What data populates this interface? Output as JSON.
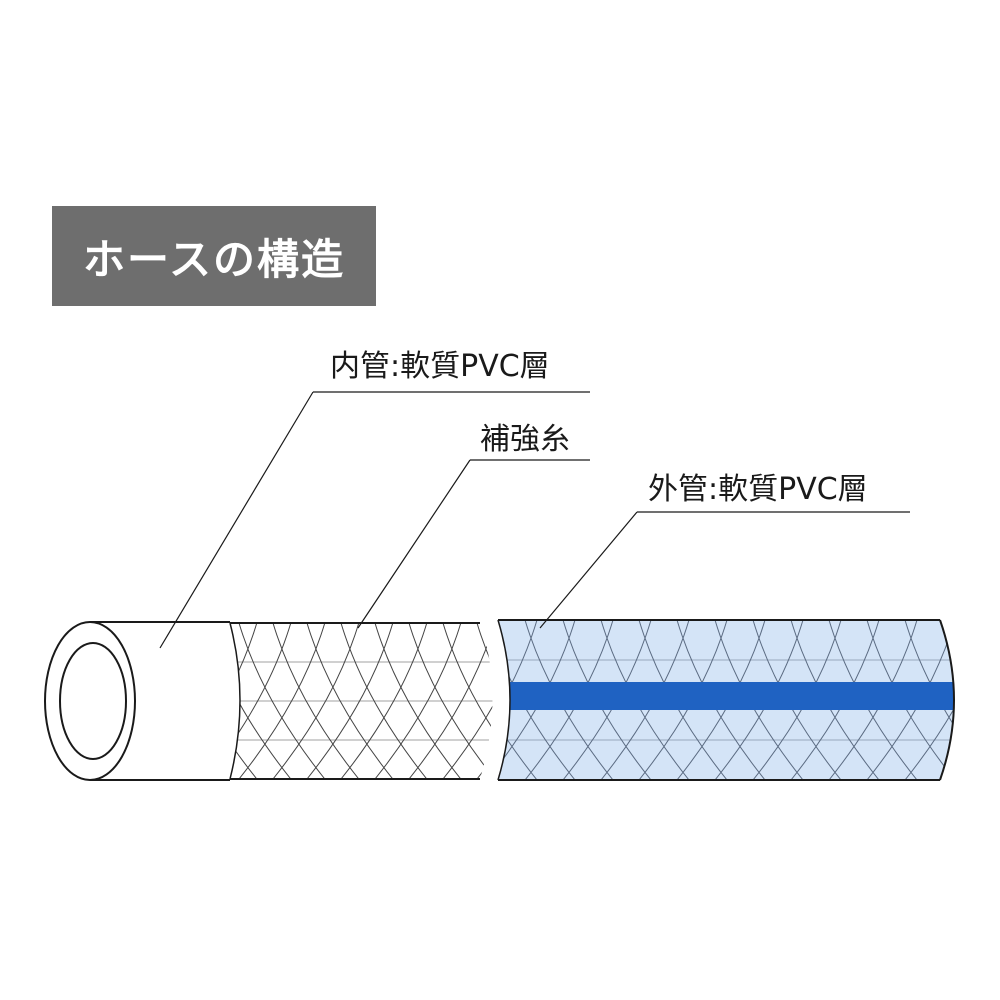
{
  "title": "ホースの構造",
  "labels": {
    "inner_tube": "内管:軟質PVC層",
    "reinforcement": "補強糸",
    "outer_tube": "外管:軟質PVC層"
  },
  "colors": {
    "title_background": "#6e6e6e",
    "title_text": "#ffffff",
    "outer_layer_fill": "#d4e4f7",
    "stripe": "#1f62c2",
    "lines": "#1a1a1a"
  }
}
